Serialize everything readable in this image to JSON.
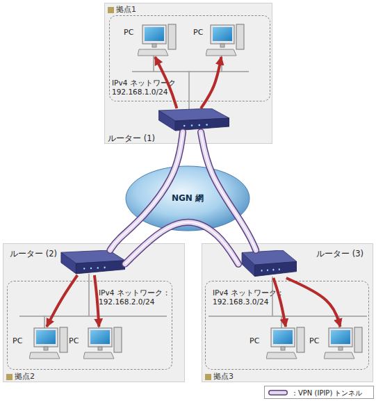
{
  "diagram": {
    "nodes": [
      {
        "text": [
          "拠点1"
        ]
      },
      {
        "text": [
          "IPv4 ネットワーク 192.168.1.0/24"
        ],
        "in": 0
      },
      {
        "text": [
          "PC"
        ],
        "in": 1
      },
      {
        "text": [
          "PC"
        ],
        "in": 1
      },
      {
        "text": [
          "ルーター (1)"
        ],
        "in": 0
      },
      {
        "text": [
          "NGN 網"
        ]
      },
      {
        "text": [
          "拠点2"
        ]
      },
      {
        "text": [
          "ルーター (2)"
        ],
        "in": 6
      },
      {
        "text": [
          "IPv4 ネットワーク： 192.168.2.0/24"
        ],
        "in": 6
      },
      {
        "text": [
          "PC"
        ],
        "in": 8
      },
      {
        "text": [
          "PC"
        ],
        "in": 8
      },
      {
        "text": [
          "拠点3"
        ]
      },
      {
        "text": [
          "ルーター (3)"
        ],
        "in": 11
      },
      {
        "text": [
          "IPv4 ネットワーク： 192.168.3.0/24"
        ],
        "in": 11
      },
      {
        "text": [
          "PC"
        ],
        "in": 13
      },
      {
        "text": [
          "PC"
        ],
        "in": 13
      }
    ],
    "edges": [
      {
        "from": 4,
        "to": 7,
        "arrow": "none"
      },
      {
        "from": 4,
        "to": 12,
        "arrow": "none"
      },
      {
        "from": 7,
        "to": 12,
        "arrow": "none"
      },
      {
        "from": 4,
        "to": 2,
        "arrow": "to"
      },
      {
        "from": 4,
        "to": 3,
        "arrow": "to"
      },
      {
        "from": 7,
        "to": 9,
        "arrow": "to"
      },
      {
        "from": 7,
        "to": 10,
        "arrow": "to"
      },
      {
        "from": 12,
        "to": 14,
        "arrow": "to"
      },
      {
        "from": 12,
        "to": 15,
        "arrow": "to"
      }
    ],
    "legend": [
      {
        "text": "：VPN (IPIP) トンネル"
      }
    ]
  }
}
